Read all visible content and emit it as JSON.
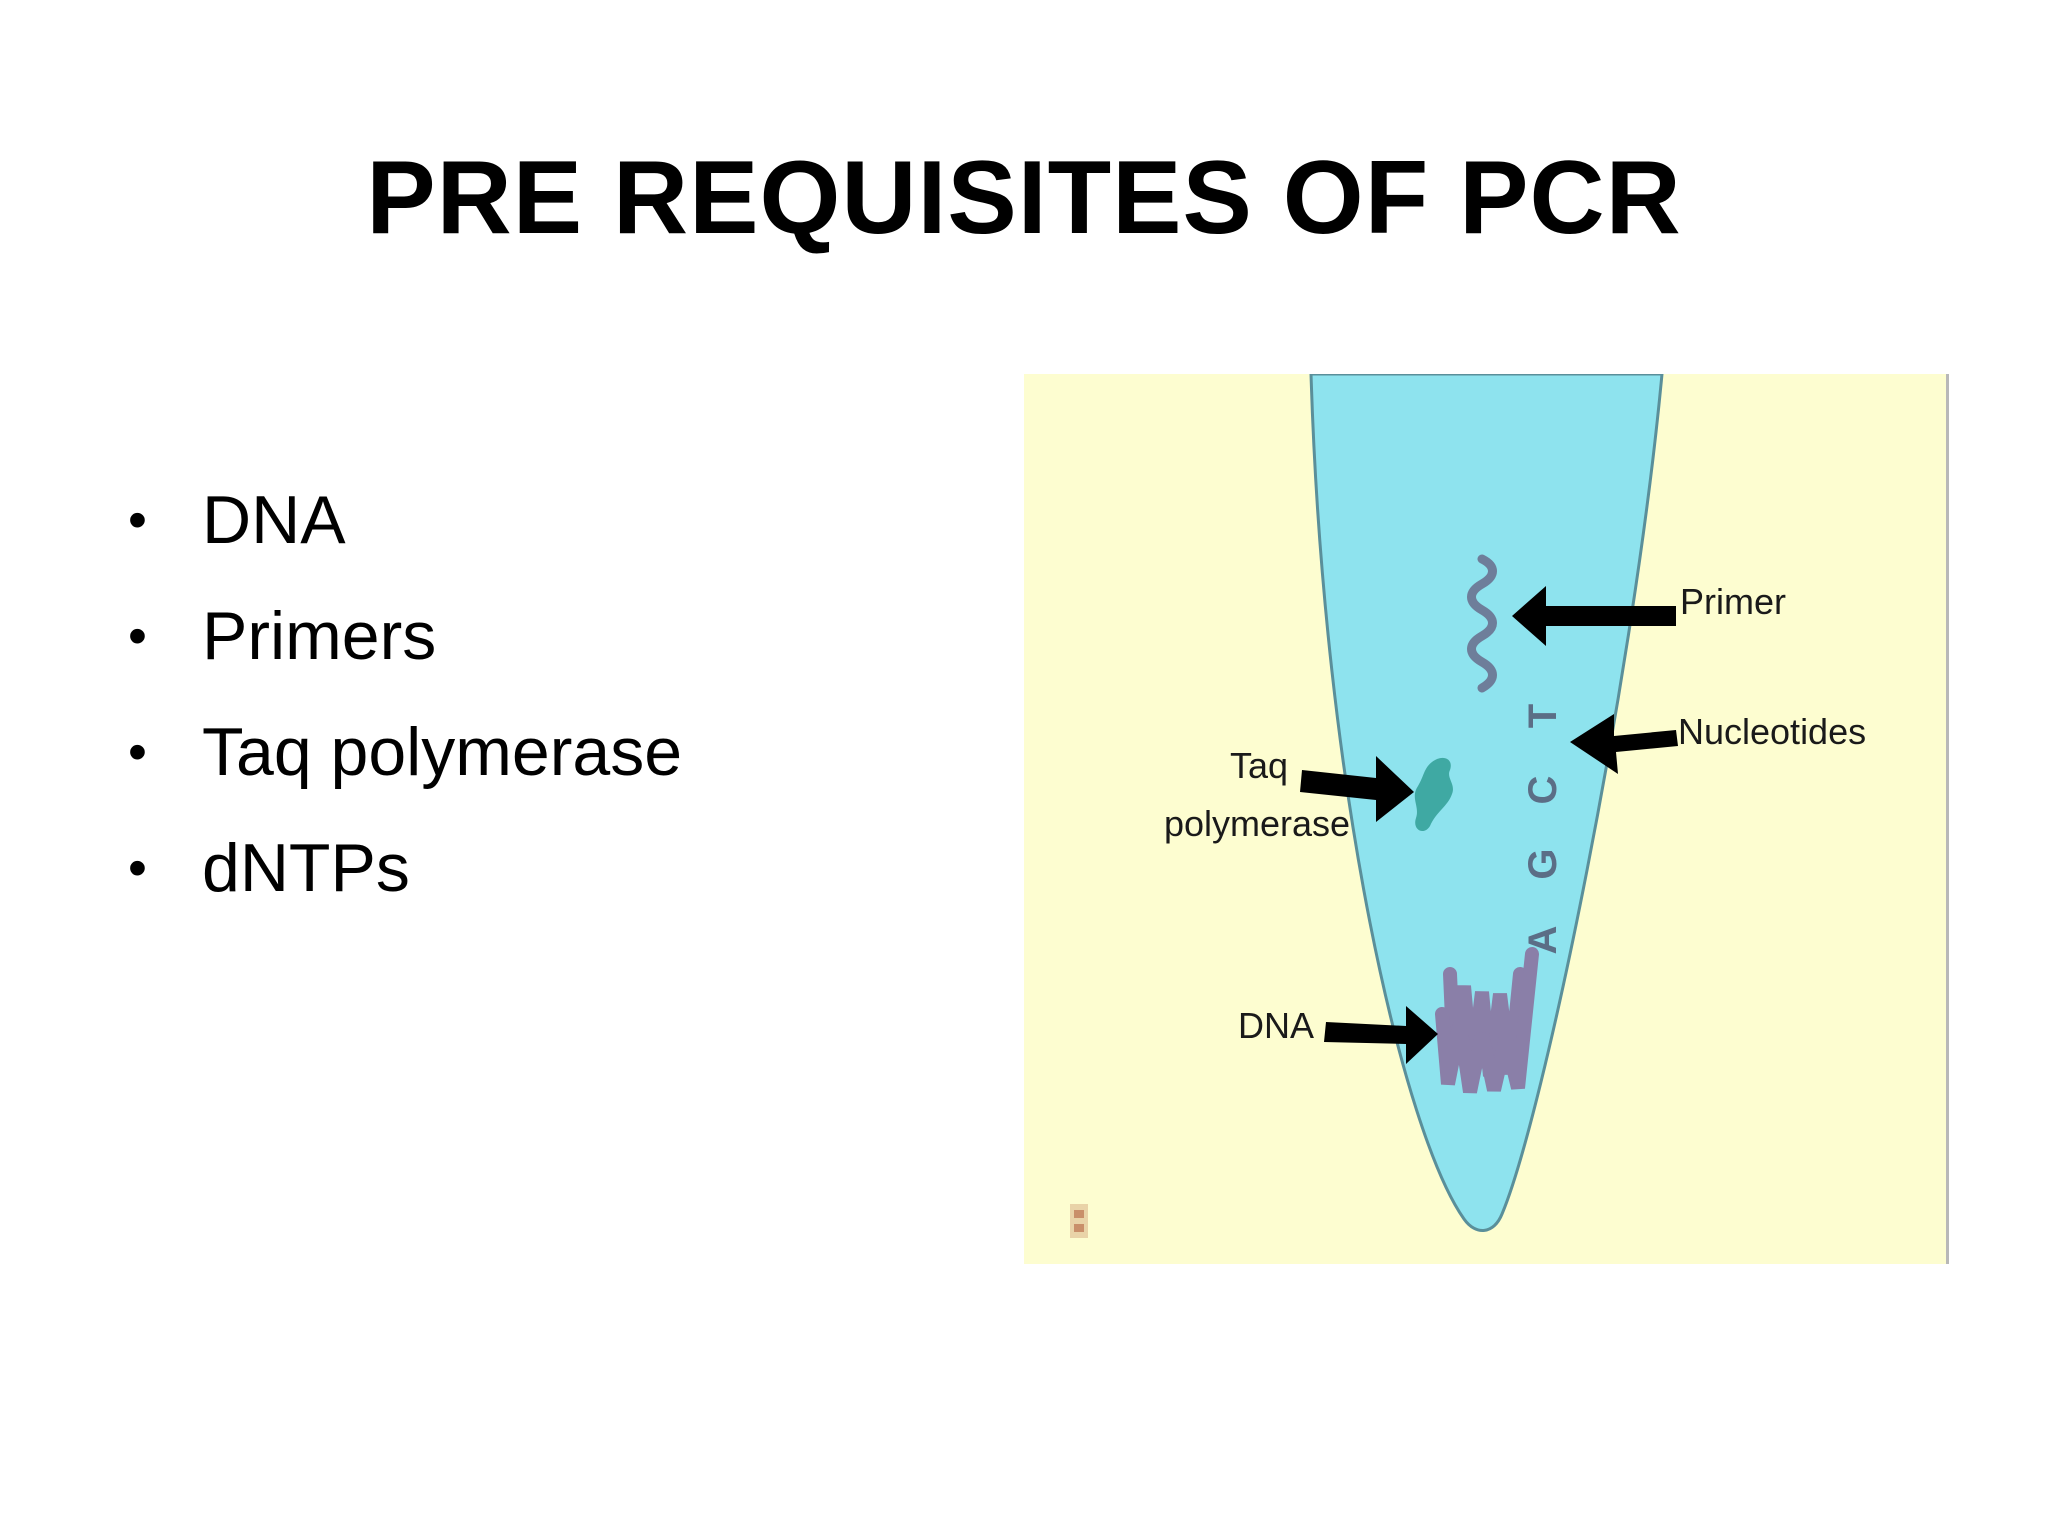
{
  "slide": {
    "title": "PRE REQUISITES OF PCR",
    "bullets": [
      "DNA",
      "Primers",
      "Taq polymerase",
      "dNTPs"
    ]
  },
  "figure": {
    "labels": {
      "primer": "Primer",
      "nucleotides": "Nucleotides",
      "taq_line1": "Taq",
      "taq_line2": "polymerase",
      "dna": "DNA"
    },
    "nucleotide_letters": [
      "T",
      "C",
      "G",
      "A"
    ],
    "colors": {
      "background": "#fdfdd0",
      "tube": "#8ee3ee",
      "dna": "#8a7fa8",
      "primer": "#6e7e9a",
      "taq": "#3fa9a3",
      "arrow": "#000000"
    }
  }
}
